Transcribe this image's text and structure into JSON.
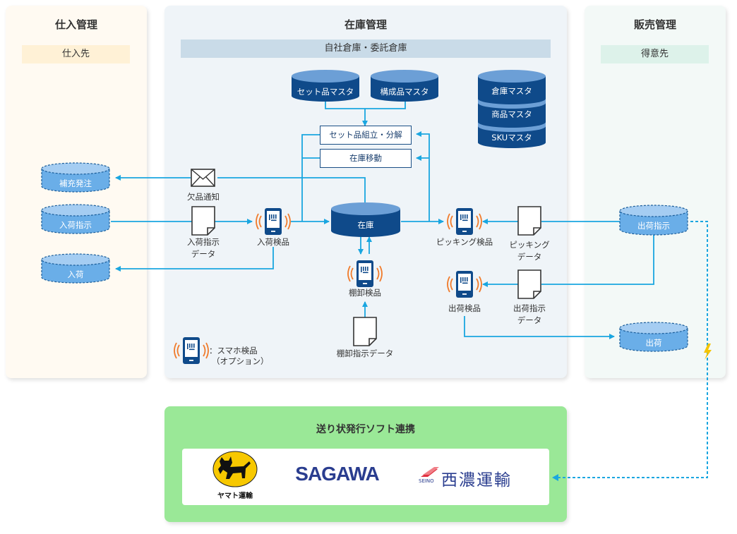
{
  "panels": {
    "purchasing": {
      "title": "仕入管理",
      "band": "仕入先",
      "bg": "#fffaf2",
      "band_bg": "#fff1d6"
    },
    "inventory": {
      "title": "在庫管理",
      "band": "自社倉庫・委託倉庫",
      "bg": "#eff4f8",
      "band_bg": "#c9dbe8"
    },
    "sales": {
      "title": "販売管理",
      "band": "得意先",
      "bg": "#f3f9f7",
      "band_bg": "#ddf2ea"
    },
    "shipping_software": {
      "title": "送り状発行ソフト連携",
      "bg": "#9ae897"
    }
  },
  "purchasing_dbs": [
    "補充発注",
    "入荷指示",
    "入荷"
  ],
  "sales_dbs": [
    "出荷指示",
    "出荷"
  ],
  "masters": {
    "set": "セット品マスタ",
    "component": "構成品マスタ",
    "stack": [
      "倉庫マスタ",
      "商品マスタ",
      "SKUマスタ"
    ]
  },
  "process_boxes": [
    "セット品組立・分解",
    "在庫移動"
  ],
  "stock": "在庫",
  "documents": {
    "shortage_notice": "欠品通知",
    "receiving_instruction": [
      "入荷指示",
      "データ"
    ],
    "stocktake_instruction": "棚卸指示データ",
    "picking_data": [
      "ピッキング",
      "データ"
    ],
    "shipping_instruction": [
      "出荷指示",
      "データ"
    ]
  },
  "inspections": {
    "receiving": "入荷検品",
    "stocktake": "棚卸検品",
    "picking": "ピッキング検品",
    "shipping": "出荷検品"
  },
  "legend": {
    "line1": "：スマホ検品",
    "line2": "（オプション）"
  },
  "carriers": {
    "yamato": {
      "name": "ヤマト運輸"
    },
    "sagawa": {
      "name": "SAGAWA"
    },
    "seino": {
      "name": "西濃運輸",
      "sub": "SEINO"
    }
  },
  "colors": {
    "flow_line": "#1aa6e0",
    "db_dark": "#0f4a8a",
    "db_top": "#6c9fd6",
    "db_light": "#6aaee8",
    "signal": "#f07a2a",
    "bolt": "#f5c400"
  }
}
